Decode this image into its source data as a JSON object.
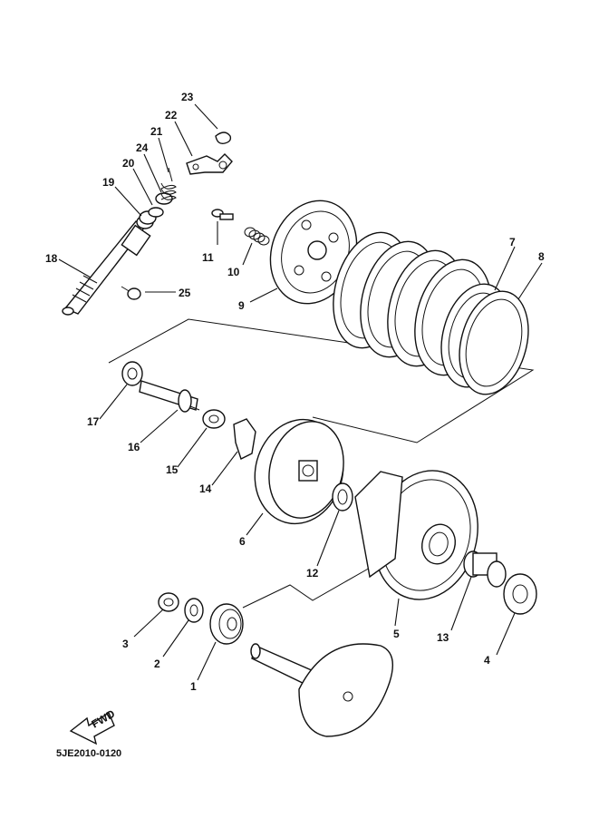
{
  "diagram": {
    "document_code": "5JE2010-0120",
    "fwd_label": "FWD",
    "callouts": [
      {
        "id": "1",
        "label": "1"
      },
      {
        "id": "2",
        "label": "2"
      },
      {
        "id": "3",
        "label": "3"
      },
      {
        "id": "4",
        "label": "4"
      },
      {
        "id": "5",
        "label": "5"
      },
      {
        "id": "6",
        "label": "6"
      },
      {
        "id": "7",
        "label": "7"
      },
      {
        "id": "8",
        "label": "8"
      },
      {
        "id": "9",
        "label": "9"
      },
      {
        "id": "10",
        "label": "10"
      },
      {
        "id": "11",
        "label": "11"
      },
      {
        "id": "12",
        "label": "12"
      },
      {
        "id": "13",
        "label": "13"
      },
      {
        "id": "14",
        "label": "14"
      },
      {
        "id": "15",
        "label": "15"
      },
      {
        "id": "16",
        "label": "16"
      },
      {
        "id": "17",
        "label": "17"
      },
      {
        "id": "18",
        "label": "18"
      },
      {
        "id": "19",
        "label": "19"
      },
      {
        "id": "20",
        "label": "20"
      },
      {
        "id": "21",
        "label": "21"
      },
      {
        "id": "22",
        "label": "22"
      },
      {
        "id": "23",
        "label": "23"
      },
      {
        "id": "24",
        "label": "24"
      },
      {
        "id": "25",
        "label": "25"
      }
    ]
  }
}
